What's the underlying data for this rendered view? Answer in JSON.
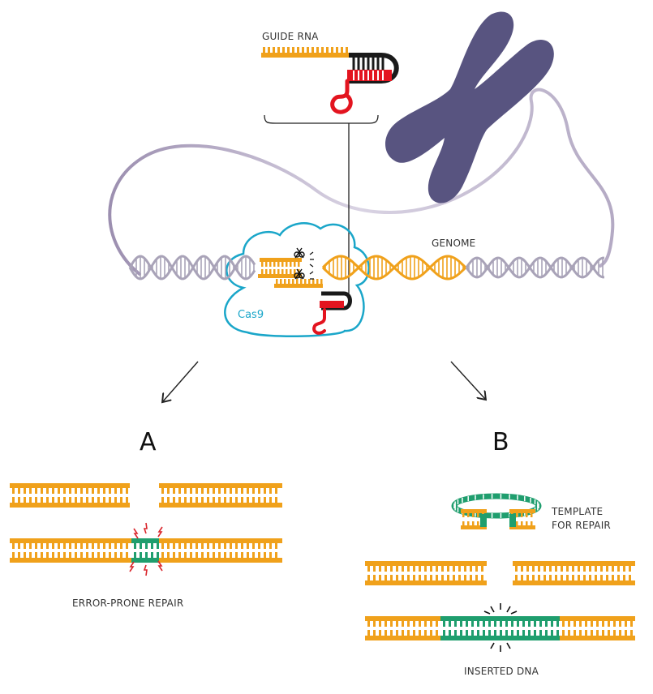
{
  "labels": {
    "guide_rna": "GUIDE RNA",
    "genome": "GENOME",
    "cas9": "Cas9",
    "panel_a": "A",
    "panel_b": "B",
    "template_line1": "TEMPLATE",
    "template_line2": "FOR REPAIR",
    "error_prone": "ERROR-PRONE REPAIR",
    "inserted_dna": "INSERTED DNA"
  },
  "colors": {
    "dna_orange": "#f0a11b",
    "insert_green": "#1f9e6e",
    "rna_red": "#e3141f",
    "rna_black": "#1a1a1a",
    "cas9_blue": "#1aa6c9",
    "chromosome": "#585480",
    "genome_grey": "#a9a3b8",
    "spark_red": "#d9262c"
  },
  "icons": [
    "scissors-icon",
    "chromosome-icon",
    "cas9-protein-icon",
    "guide-rna-icon"
  ]
}
